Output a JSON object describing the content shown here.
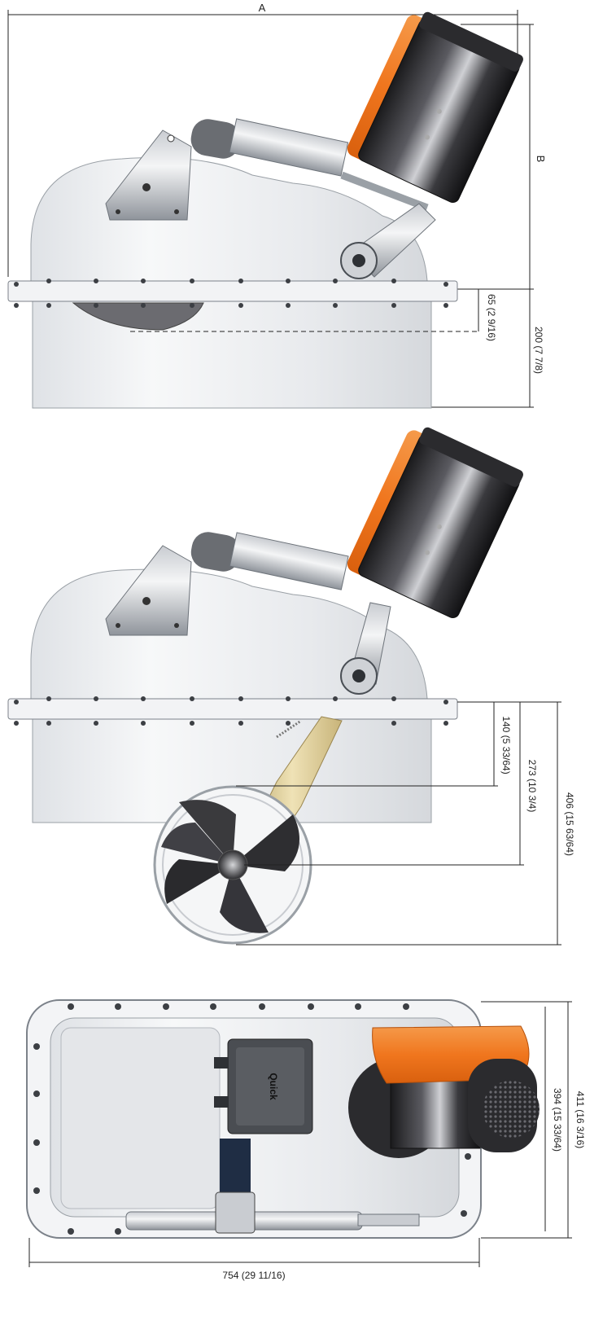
{
  "dimensions": {
    "width_label": "A",
    "height_label": "B",
    "view1_top_depth": "65 (2 9/16)",
    "view1_housing_depth": "200 (7 7/8)",
    "view2_leg_depth": "140 (5 33/64)",
    "view2_hub_depth": "273 (10 3/4)",
    "view2_total_depth": "406 (15 63/64)",
    "view3_inner_height": "394 (15 33/64)",
    "view3_outer_height": "411 (16 3/16)",
    "view3_length": "754 (29 11/16)"
  },
  "labels": {
    "logo_text": "Quick"
  },
  "colors": {
    "housing": "#eef0f3",
    "housing_edge": "#8a8f96",
    "motor_dark": "#2b2b2e",
    "motor_orange": "#f0761e",
    "bracket": "#b8bcc2",
    "leg": "#d9c690",
    "propeller": "#3a3a3d"
  }
}
